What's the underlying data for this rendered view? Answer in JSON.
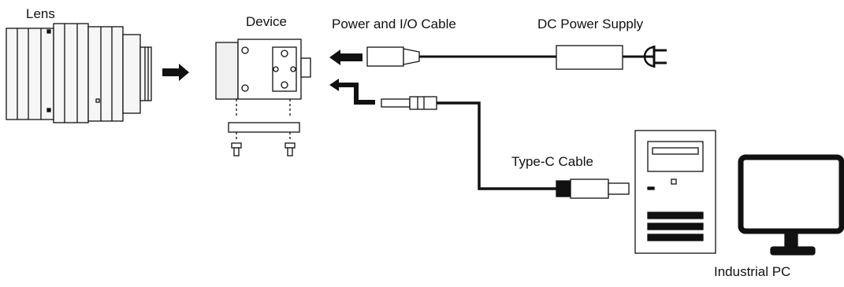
{
  "labels": {
    "lens": "Lens",
    "device": "Device",
    "power_io_cable": "Power and I/O Cable",
    "dc_power_supply": "DC Power Supply",
    "type_c_cable": "Type-C Cable",
    "industrial_pc": "Industrial PC"
  },
  "colors": {
    "stroke": "#111111",
    "lens_fill": "#f4f4f4",
    "arrow": "#111111"
  }
}
